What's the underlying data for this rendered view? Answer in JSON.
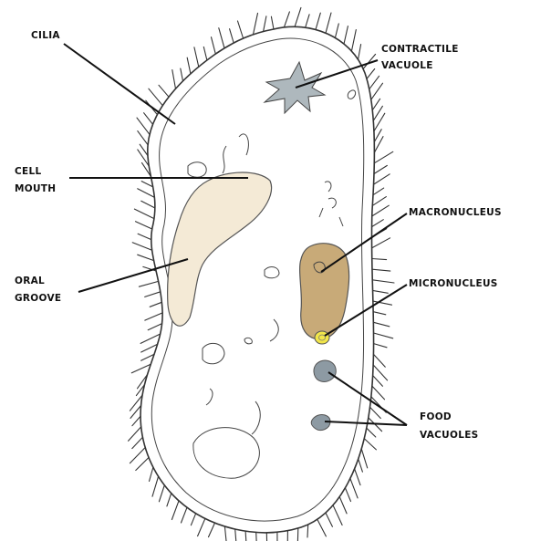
{
  "labels": {
    "cilia": "CILIA",
    "contractile": [
      "CONTRACTILE",
      "VACUOLE"
    ],
    "cell_mouth": [
      "CELL",
      "MOUTH"
    ],
    "macronucleus": "MACRONUCLEUS",
    "oral_groove": [
      "ORAL",
      "GROOVE"
    ],
    "micronucleus": "MICRONUCLEUS",
    "food_vacuoles": [
      "FOOD",
      "VACUOLES"
    ]
  },
  "colors": {
    "cell_body": "#f7f7f5",
    "oral_groove": "#f4ead6",
    "macronucleus": "#c8aa78",
    "micronucleus": "#f2e64a",
    "contractile_vacuole": "#aeb8bd",
    "food_vacuole": "#8d9aa3"
  }
}
